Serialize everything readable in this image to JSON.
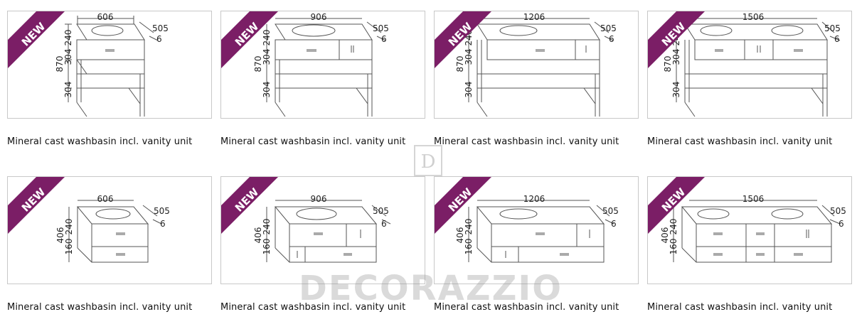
{
  "badge_label": "NEW",
  "caption_text": "Mineral cast washbasin incl. vanity unit",
  "watermark": {
    "logo_letter": "D",
    "brand": "DECORAZZIO"
  },
  "colors": {
    "ribbon": "#7b1e66",
    "frame_border": "#c8c8c8",
    "line": "#555555"
  },
  "products": [
    {
      "width": "606",
      "depth": "505",
      "edge": "6",
      "h_total": "870",
      "h_top": "240",
      "h_mid": "304",
      "h_low": "304"
    },
    {
      "width": "906",
      "depth": "505",
      "edge": "6",
      "h_total": "870",
      "h_top": "240",
      "h_mid": "304",
      "h_low": "304"
    },
    {
      "width": "1206",
      "depth": "505",
      "edge": "6",
      "h_total": "870",
      "h_top": "240",
      "h_mid": "304",
      "h_low": "304"
    },
    {
      "width": "1506",
      "depth": "505",
      "edge": "6",
      "h_total": "870",
      "h_top": "240",
      "h_mid": "304",
      "h_low": "304"
    },
    {
      "width": "606",
      "depth": "505",
      "edge": "6",
      "h_total": "406",
      "h_top": "240",
      "h_low": "160"
    },
    {
      "width": "906",
      "depth": "505",
      "edge": "6",
      "h_total": "406",
      "h_top": "240",
      "h_low": "160"
    },
    {
      "width": "1206",
      "depth": "505",
      "edge": "6",
      "h_total": "406",
      "h_top": "240",
      "h_low": "160"
    },
    {
      "width": "1506",
      "depth": "505",
      "edge": "6",
      "h_total": "406",
      "h_top": "240",
      "h_low": "160"
    }
  ]
}
